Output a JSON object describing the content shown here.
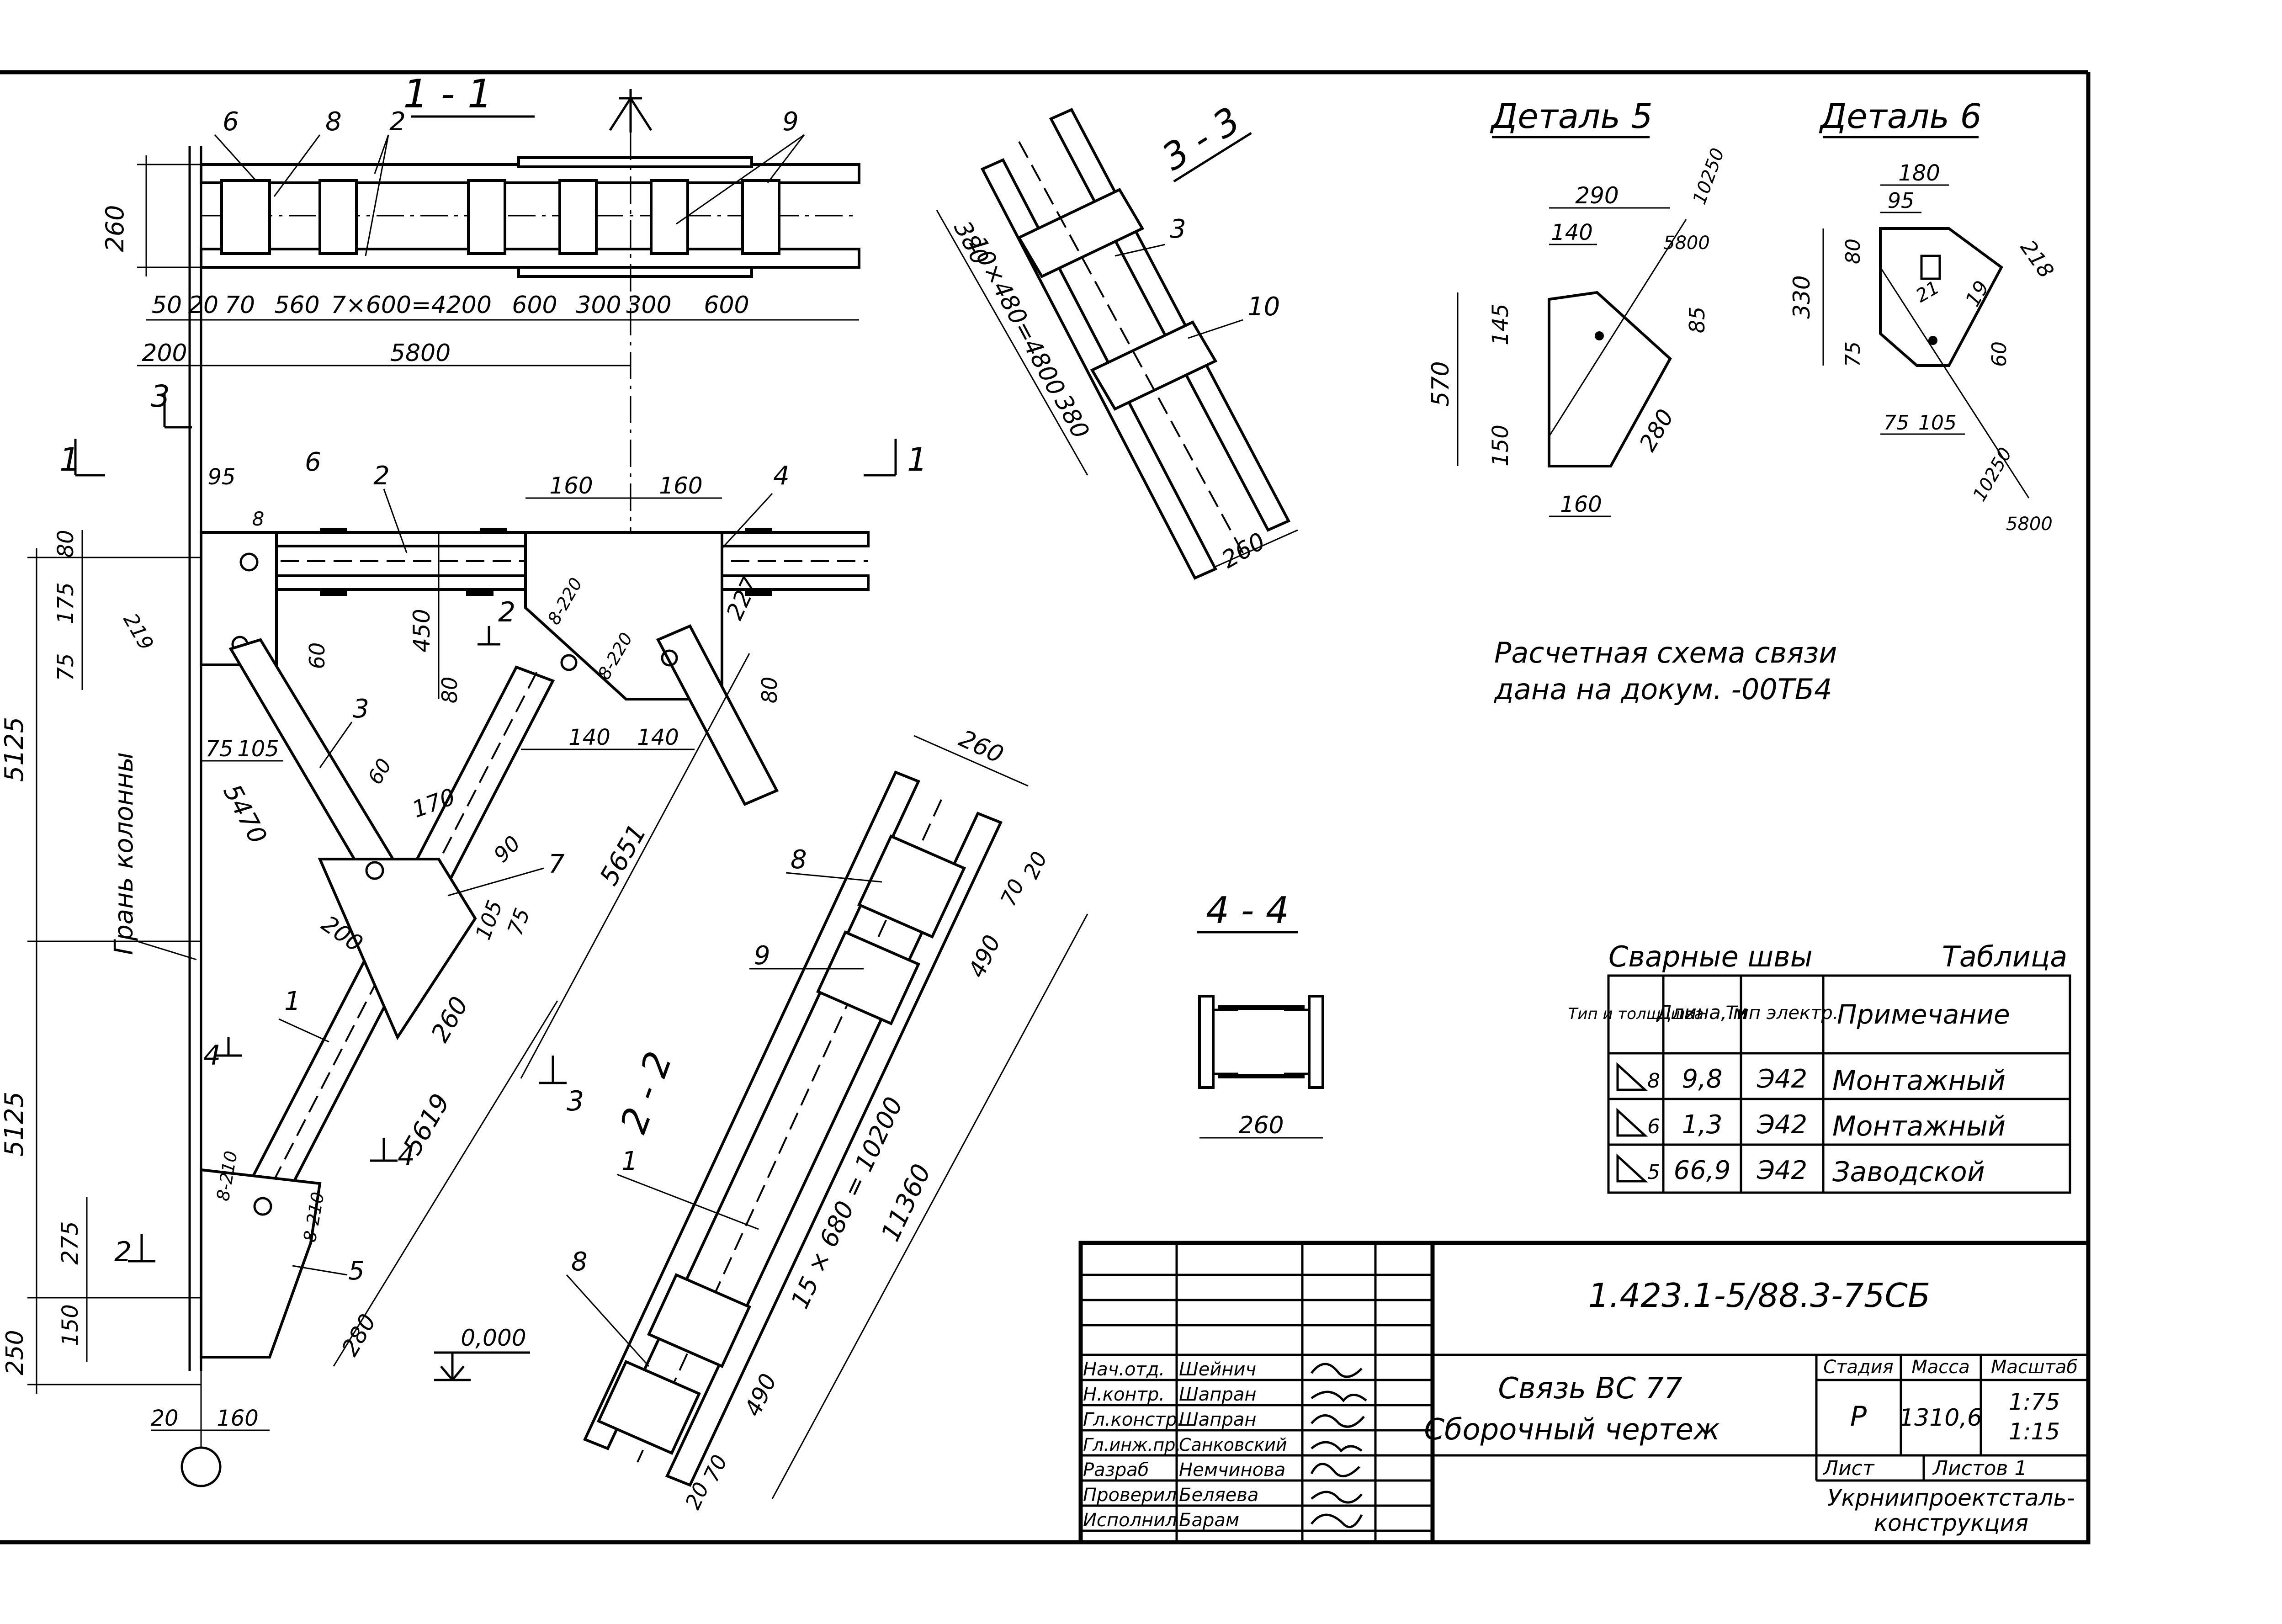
{
  "drawing": {
    "doc_code": "1.423.1-5/88.3-75СБ",
    "title_line1": "Связь ВС 77",
    "title_line2": "Сборочный чертеж",
    "stage_header": "Стадия",
    "mass_header": "Масса",
    "scale_header": "Масштаб",
    "stage": "Р",
    "mass": "1310,6",
    "scale_1": "1:75",
    "scale_2": "1:15",
    "sheet_label": "Лист",
    "sheets_label": "Листов 1",
    "org_line1": "Укрниипроектсталь-",
    "org_line2": "конструкция"
  },
  "signatures": [
    {
      "role": "Нач.отд.",
      "name": "Шейнич"
    },
    {
      "role": "Н.контр.",
      "name": "Шапран"
    },
    {
      "role": "Гл.констр.",
      "name": "Шапран"
    },
    {
      "role": "Гл.инж.пр.",
      "name": "Санковский"
    },
    {
      "role": "Разраб",
      "name": "Немчинова"
    },
    {
      "role": "Проверил",
      "name": "Беляева"
    },
    {
      "role": "Исполнил",
      "name": "Барам"
    }
  ],
  "notes": {
    "line1": "Расчетная схема связи",
    "line2": "дана на докум. -00ТБ4"
  },
  "sections": {
    "s11": "1 - 1",
    "s22": "2 - 2",
    "s33": "3 - 3",
    "s44": "4 - 4",
    "detail5": "Деталь 5",
    "detail6": "Деталь 6"
  },
  "view_labels": {
    "cut1_left": "1",
    "cut1_right": "1",
    "cut2_top": "2",
    "cut2_bottom": "2",
    "cut3_top": "3",
    "cut3_bottom": "3",
    "cut4_top": "4",
    "cut4_bottom": "4",
    "column_face": "Грань колонны",
    "elevation": "0,000"
  },
  "part_marks": {
    "p1": "1",
    "p2": "2",
    "p3": "3",
    "p4": "4",
    "p5": "5",
    "p6": "6",
    "p7": "7",
    "p8": "8",
    "p9": "9",
    "p10": "10"
  },
  "weld_labels": {
    "w8_220a": "8-220",
    "w8_220b": "8-220",
    "w8_210": "8-210",
    "w8_210b": "8-210"
  },
  "dimensions": {
    "s11": {
      "height": "260",
      "seq": [
        "50",
        "20",
        "70",
        "560",
        "7×600=4200",
        "600",
        "300",
        "300",
        "600"
      ],
      "d200": "200",
      "d5800": "5800"
    },
    "main": {
      "d95": "95",
      "d80": "80",
      "d175": "175",
      "d75": "75",
      "d219": "219",
      "d160a": "160",
      "d160b": "160",
      "d450": "450",
      "d80b": "80",
      "d60": "60",
      "d140a": "140",
      "d140b": "140",
      "d227": "227",
      "d80c": "80",
      "d75b": "75",
      "d105": "105",
      "d5470": "5470",
      "d60b": "60",
      "d170": "170",
      "d90": "90",
      "d75c": "75",
      "d105b": "105",
      "d200": "200",
      "d260": "260",
      "d5651": "5651",
      "d5619": "5619",
      "d5125a": "5125",
      "d5125b": "5125",
      "d275": "275",
      "d150": "150",
      "d250": "250",
      "d280": "280",
      "d20": "20",
      "d160c": "160"
    },
    "s22": {
      "d260": "260",
      "d20a": "20",
      "d70a": "70",
      "d490a": "490",
      "d15x680": "15 × 680 = 10200",
      "d11360": "11360",
      "d490b": "490",
      "d70b": "70",
      "d20b": "20"
    },
    "s33": {
      "d380a": "380",
      "d10x480": "10×480=4800",
      "d380b": "380",
      "d260": "260"
    },
    "s44": {
      "d260": "260"
    },
    "detail5": {
      "d290": "290",
      "d140": "140",
      "d10250": "10250",
      "d5800": "5800",
      "d145": "145",
      "d85": "85",
      "d570": "570",
      "d150": "150",
      "d280": "280",
      "d160": "160"
    },
    "detail6": {
      "d180": "180",
      "d95": "95",
      "d80": "80",
      "d218": "218",
      "d21": "21",
      "d19": "19",
      "d330": "330",
      "d75": "75",
      "d60": "60",
      "d75b": "75",
      "d105": "105",
      "d10250": "10250",
      "d5800": "5800"
    }
  },
  "weld_table": {
    "title": "Сварные швы",
    "caption": "Таблица",
    "headers": [
      "Тип и толщ. шва",
      "Длина, м",
      "Тип электр.",
      "Примечание"
    ],
    "rows": [
      {
        "type": "8",
        "length": "9,8",
        "electrode": "Э42",
        "note": "Монтажный"
      },
      {
        "type": "6",
        "length": "1,3",
        "electrode": "Э42",
        "note": "Монтажный"
      },
      {
        "type": "5",
        "length": "66,9",
        "electrode": "Э42",
        "note": "Заводской"
      }
    ]
  }
}
